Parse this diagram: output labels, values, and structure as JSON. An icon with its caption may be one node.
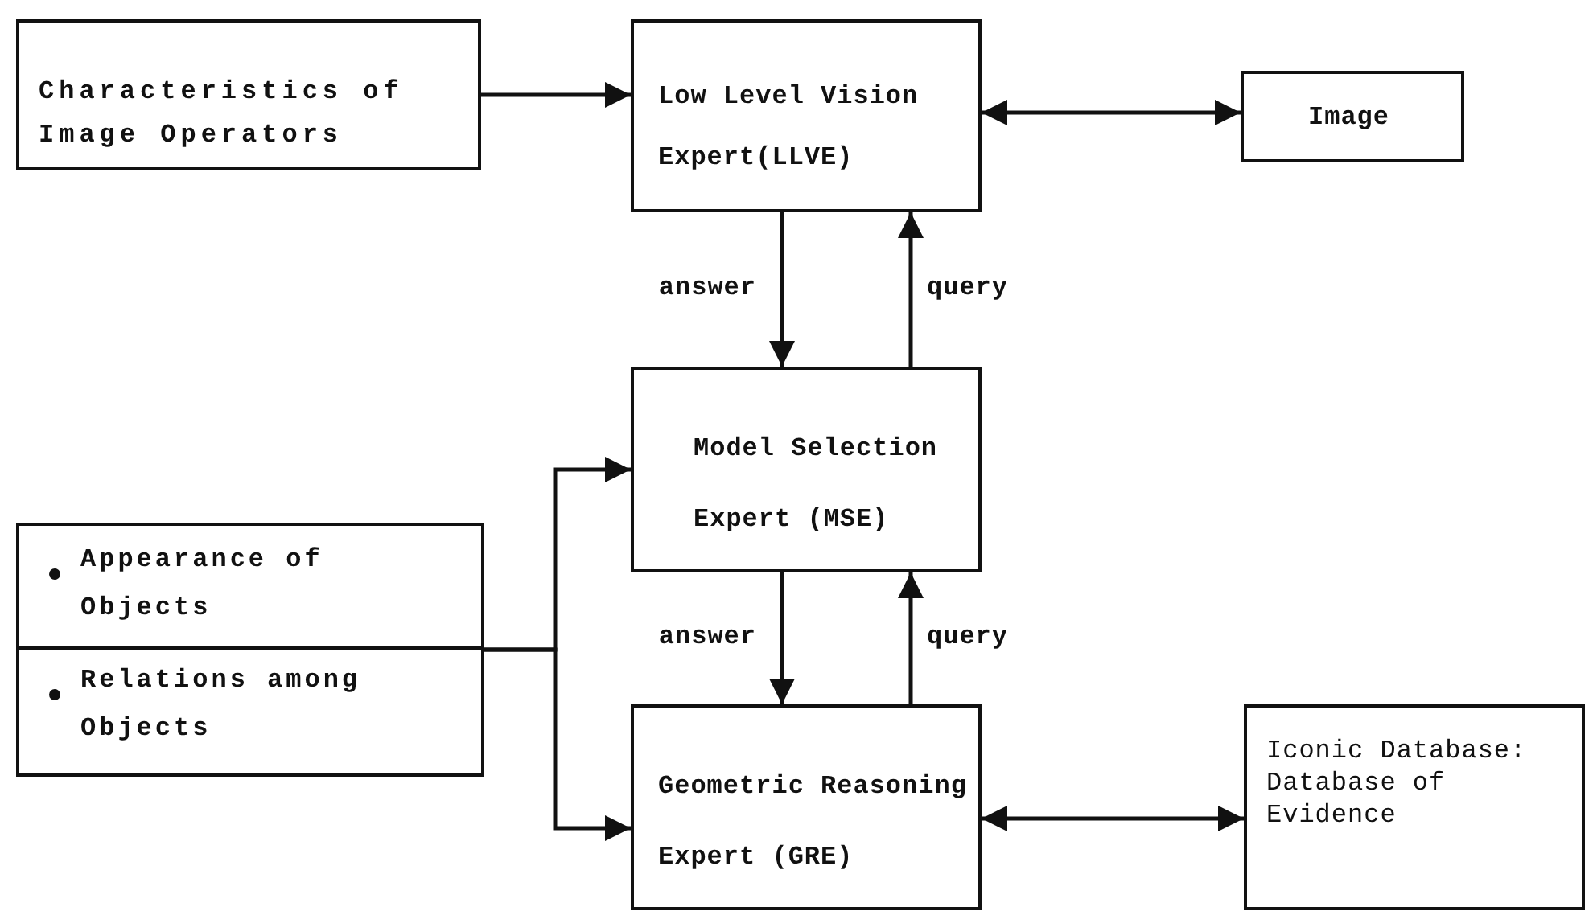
{
  "diagram": {
    "nodes": [
      {
        "text": [
          "Characteristics of Image Operators"
        ]
      },
      {
        "text": [
          "Low Level Vision Expert(LLVE)"
        ]
      },
      {
        "text": [
          "Image"
        ]
      },
      {
        "text": [
          "Model Selection Expert (MSE)"
        ]
      },
      {
        "text": [],
        "shape": "box"
      },
      {
        "text": [
          "Appearance of Objects"
        ],
        "in": 4
      },
      {
        "text": [
          "Relations among Objects"
        ],
        "in": 4
      },
      {
        "text": [
          "Geometric Reasoning Expert (GRE)"
        ]
      },
      {
        "text": [
          "Iconic Database: Database of Evidence"
        ]
      }
    ],
    "edges": [
      {
        "from": 0,
        "to": 1,
        "arrow": "to"
      },
      {
        "from": 1,
        "to": 2,
        "arrow": "both"
      },
      {
        "from": 1,
        "to": 3,
        "arrow": "to",
        "label": "answer"
      },
      {
        "from": 3,
        "to": 1,
        "arrow": "to",
        "label": "query"
      },
      {
        "from": 4,
        "to": 3,
        "arrow": "to"
      },
      {
        "from": 4,
        "to": 7,
        "arrow": "to"
      },
      {
        "from": 3,
        "to": 7,
        "arrow": "to",
        "label": "answer"
      },
      {
        "from": 7,
        "to": 3,
        "arrow": "to",
        "label": "query"
      },
      {
        "from": 7,
        "to": 8,
        "arrow": "both"
      }
    ]
  }
}
